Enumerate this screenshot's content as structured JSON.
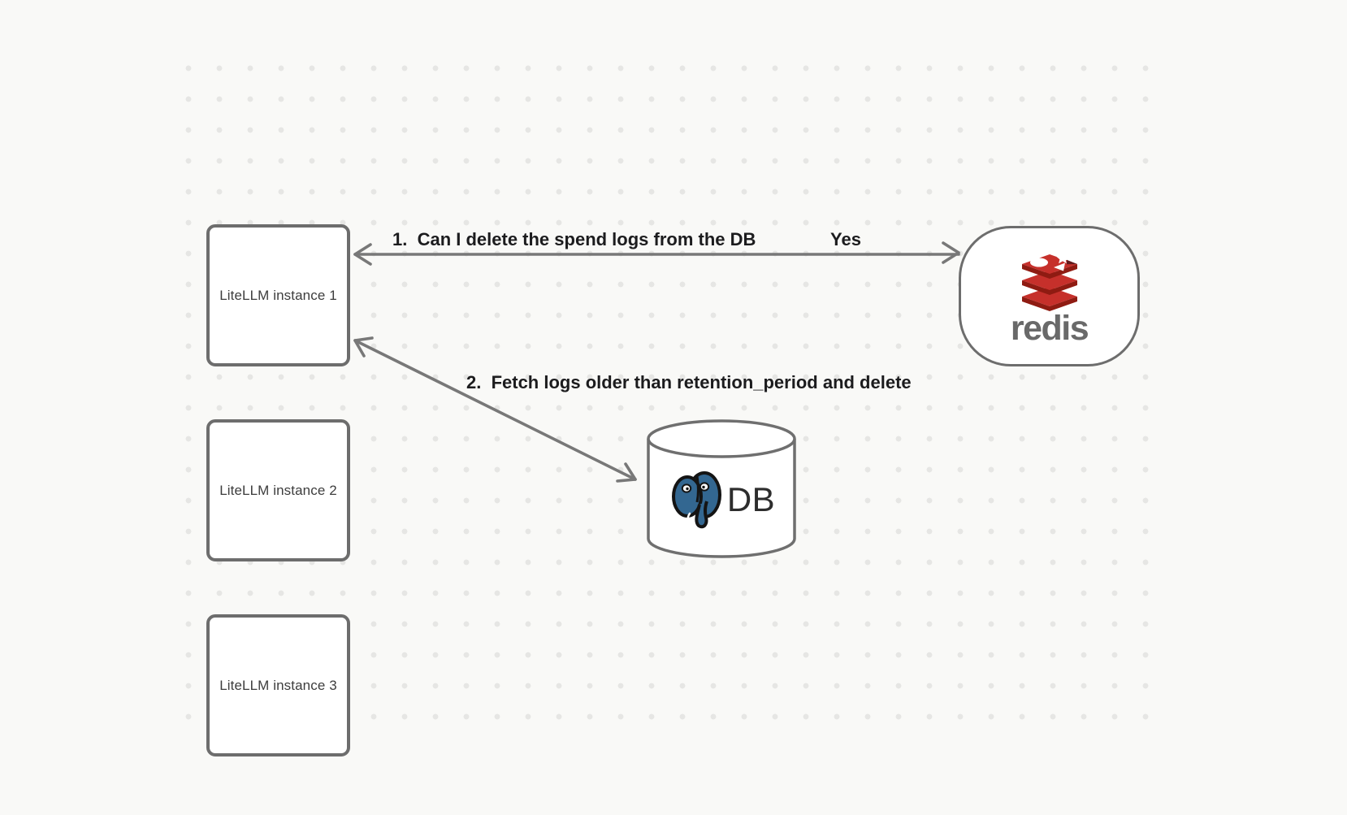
{
  "diagram": {
    "instances": [
      {
        "label": "LiteLLM instance 1"
      },
      {
        "label": "LiteLLM instance 2"
      },
      {
        "label": "LiteLLM instance 3"
      }
    ],
    "redis": {
      "wordmark": "redis"
    },
    "db": {
      "label": "DB"
    },
    "edges": {
      "edge1": {
        "label": "1.  Can I delete the spend logs from the DB",
        "answer": "Yes",
        "from": "LiteLLM instance 1",
        "to": "redis",
        "style": "double-headed"
      },
      "edge2": {
        "label": "2.  Fetch logs older than retention_period and delete",
        "from": "LiteLLM instance 1",
        "to": "DB",
        "style": "double-headed"
      }
    },
    "colors": {
      "background": "#f9f9f7",
      "dot": "#e6e6e4",
      "node_border": "#6d6d6d",
      "arrow": "#787878",
      "label_text": "#1c1c1e",
      "instance_text": "#3d3d3d",
      "redis_red": "#c6302b",
      "redis_dark_red": "#8f1b12",
      "redis_wordmark_gray": "#696969",
      "postgres_blue": "#336791",
      "db_text": "#2d2d2d"
    }
  }
}
